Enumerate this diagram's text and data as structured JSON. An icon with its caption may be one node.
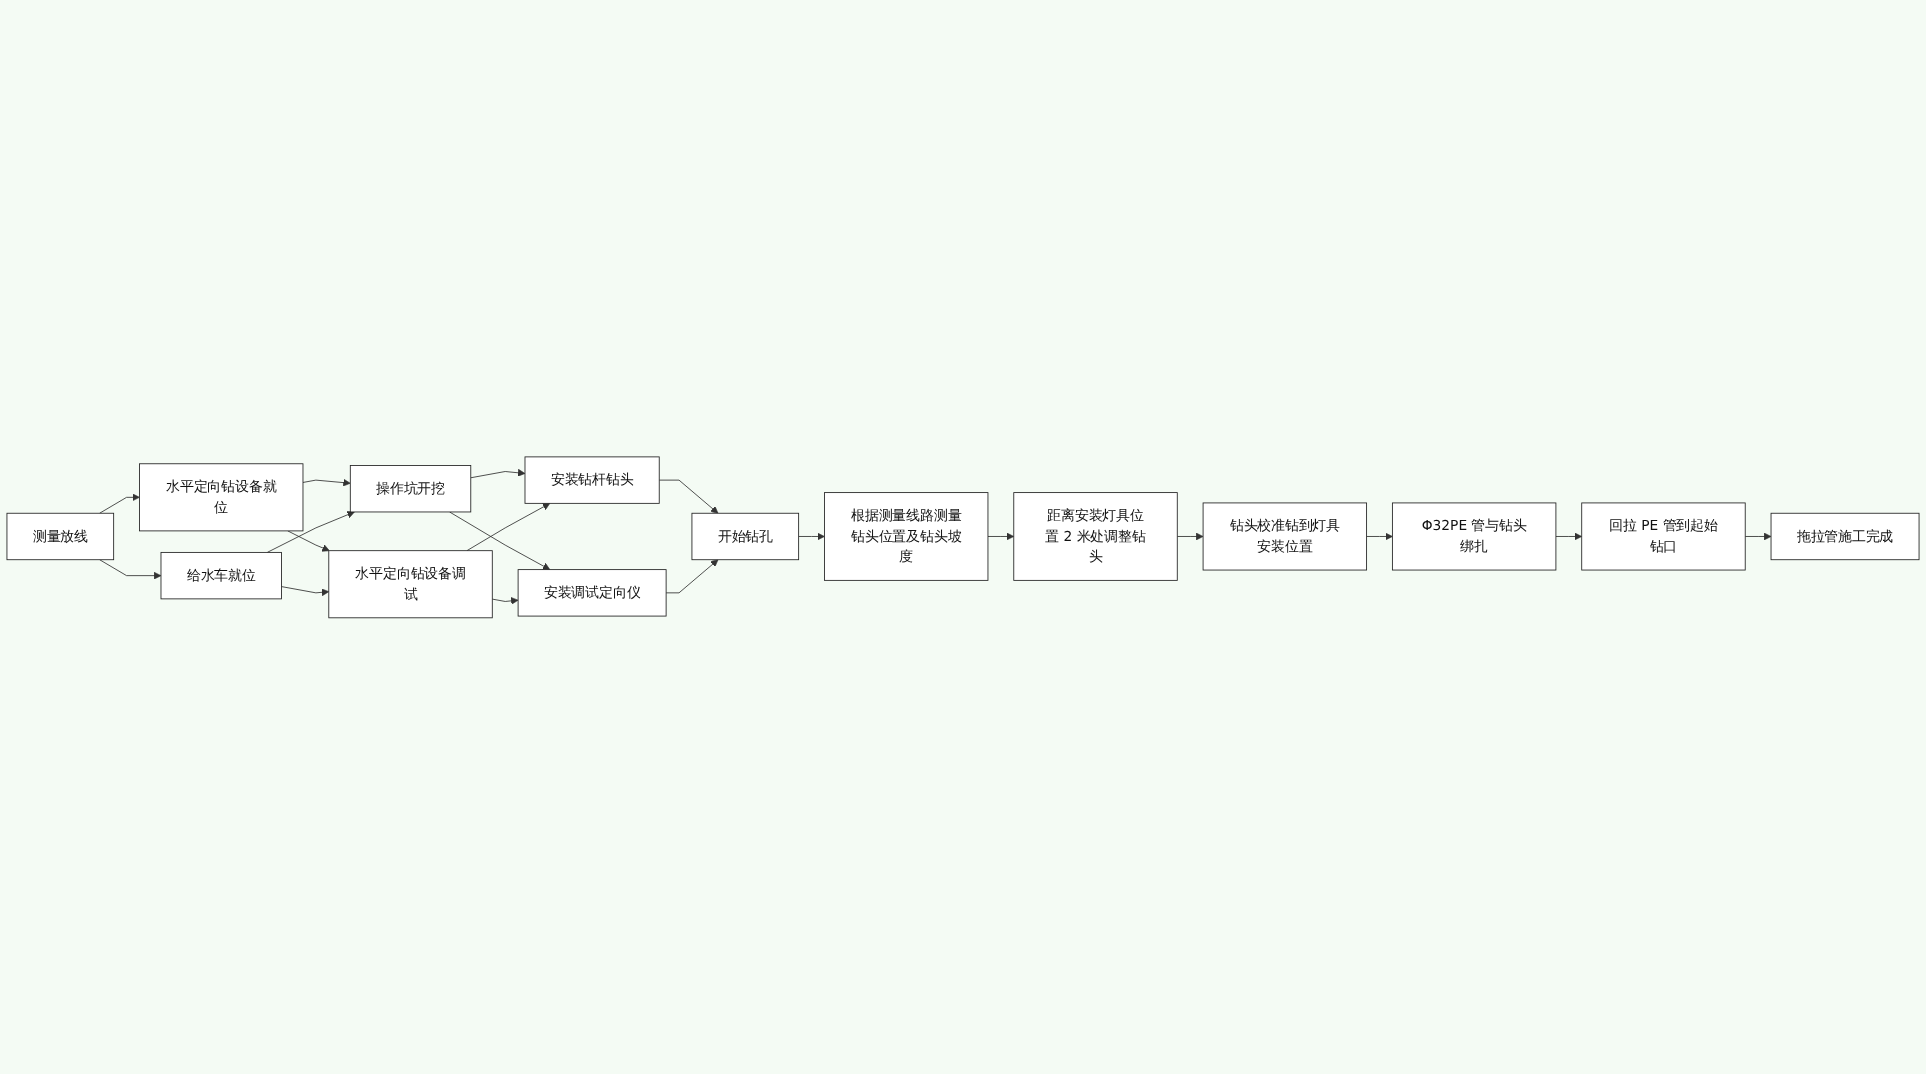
{
  "diagram": {
    "nodes": [
      {
        "text": [
          "测量放线"
        ]
      },
      {
        "text": [
          "水平定向钻设备就位"
        ]
      },
      {
        "text": [
          "给水车就位"
        ]
      },
      {
        "text": [
          "操作坑开挖"
        ]
      },
      {
        "text": [
          "水平定向钻设备调试"
        ]
      },
      {
        "text": [
          "安装钻杆钻头"
        ]
      },
      {
        "text": [
          "安装调试定向仪"
        ]
      },
      {
        "text": [
          "开始钻孔"
        ]
      },
      {
        "text": [
          "根据测量线路测量钻头位置及钻头坡度"
        ]
      },
      {
        "text": [
          "距离安装灯具位置 2 米处调整钻头"
        ]
      },
      {
        "text": [
          "钻头校准钻到灯具安装位置"
        ]
      },
      {
        "text": [
          "Φ32PE 管与钻头绑扎"
        ]
      },
      {
        "text": [
          "回拉 PE 管到起始钻口"
        ]
      },
      {
        "text": [
          "拖拉管施工完成"
        ]
      }
    ],
    "edges": [
      {
        "from": 0,
        "to": 1,
        "arrow": "to"
      },
      {
        "from": 0,
        "to": 2,
        "arrow": "to"
      },
      {
        "from": 1,
        "to": 3,
        "arrow": "to"
      },
      {
        "from": 1,
        "to": 4,
        "arrow": "to"
      },
      {
        "from": 2,
        "to": 3,
        "arrow": "to"
      },
      {
        "from": 2,
        "to": 4,
        "arrow": "to"
      },
      {
        "from": 3,
        "to": 5,
        "arrow": "to"
      },
      {
        "from": 3,
        "to": 6,
        "arrow": "to"
      },
      {
        "from": 4,
        "to": 5,
        "arrow": "to"
      },
      {
        "from": 4,
        "to": 6,
        "arrow": "to"
      },
      {
        "from": 5,
        "to": 7,
        "arrow": "to"
      },
      {
        "from": 6,
        "to": 7,
        "arrow": "to"
      },
      {
        "from": 7,
        "to": 8,
        "arrow": "to"
      },
      {
        "from": 8,
        "to": 9,
        "arrow": "to"
      },
      {
        "from": 9,
        "to": 10,
        "arrow": "to"
      },
      {
        "from": 10,
        "to": 11,
        "arrow": "to"
      },
      {
        "from": 11,
        "to": 12,
        "arrow": "to"
      },
      {
        "from": 12,
        "to": 13,
        "arrow": "to"
      }
    ]
  }
}
